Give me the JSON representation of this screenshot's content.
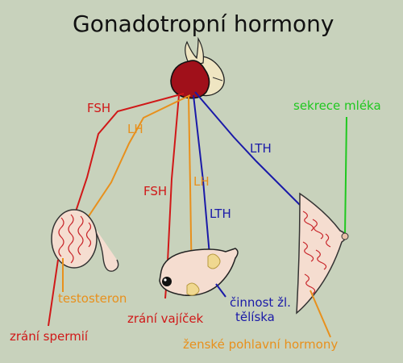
{
  "title": "Gonadotropní hormony",
  "labels": {
    "fsh_top": "FSH",
    "lh_top": "LH",
    "lth_top": "LTH",
    "fsh_mid": "FSH",
    "lh_mid": "LH",
    "lth_mid": "LTH",
    "milk": "sekrece mléka",
    "testosterone": "testosteron",
    "sperm": "zrání spermií",
    "egg": "zrání vajíček",
    "corpus_line1": "činnost žl.",
    "corpus_line2": "tělíska",
    "female_hormones": "ženské pohlavní hormony"
  },
  "colors": {
    "fsh": "#d01818",
    "lh": "#e8901c",
    "lth": "#1a1aa8",
    "milk": "#1fc81f",
    "background": "#c8d2bc",
    "gland": "#a0101a",
    "tissue": "#f5ddd0"
  },
  "icons": [
    "pituitary-gland",
    "testis",
    "ovary",
    "breast"
  ]
}
